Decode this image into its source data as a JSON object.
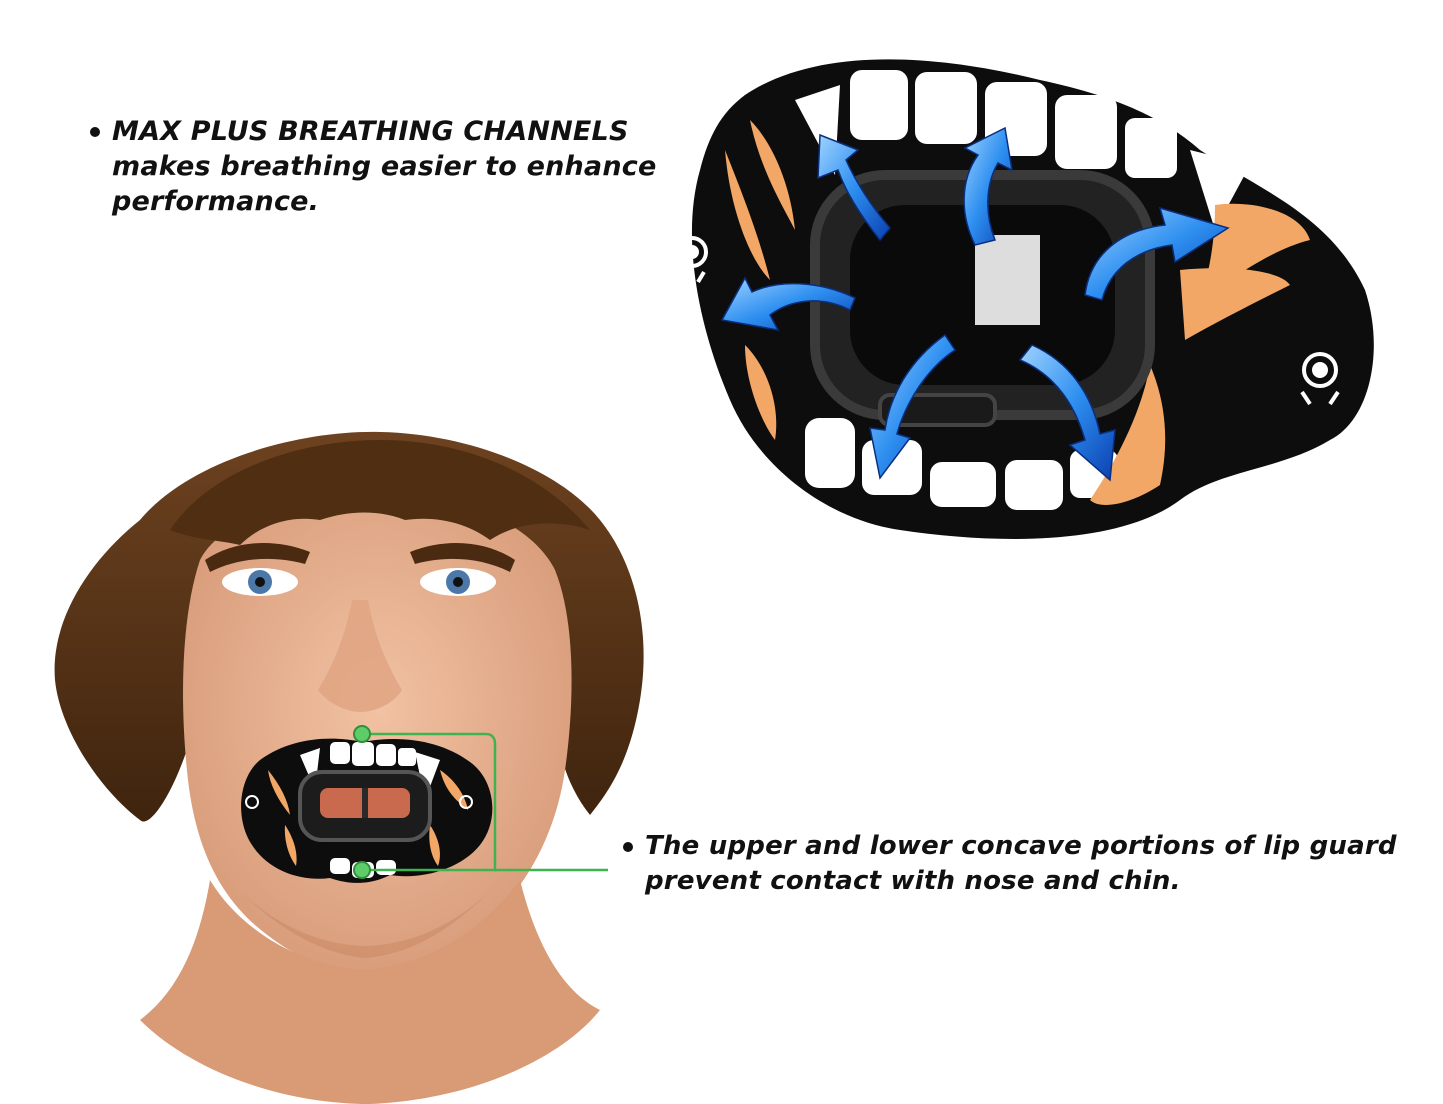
{
  "callouts": {
    "breathing": {
      "line1": "MAX PLUS BREATHING CHANNELS",
      "line2": "makes breathing easier to enhance",
      "line3": "performance."
    },
    "lip_guard": {
      "line1": "The upper and lower concave portions of lip guard",
      "line2": "prevent contact with nose and chin."
    }
  },
  "colors": {
    "guard_body": "#0d0d0d",
    "teeth": "#ffffff",
    "fang_accent": "#f2a766",
    "arrow_blue": "#1f7fe0",
    "connector_green": "#3fb34f",
    "skin": "#e8b08e",
    "hair": "#5a3516"
  },
  "icons": [
    "logo-mark-icon",
    "airflow-arrow-icon",
    "bullet-dot-icon"
  ]
}
